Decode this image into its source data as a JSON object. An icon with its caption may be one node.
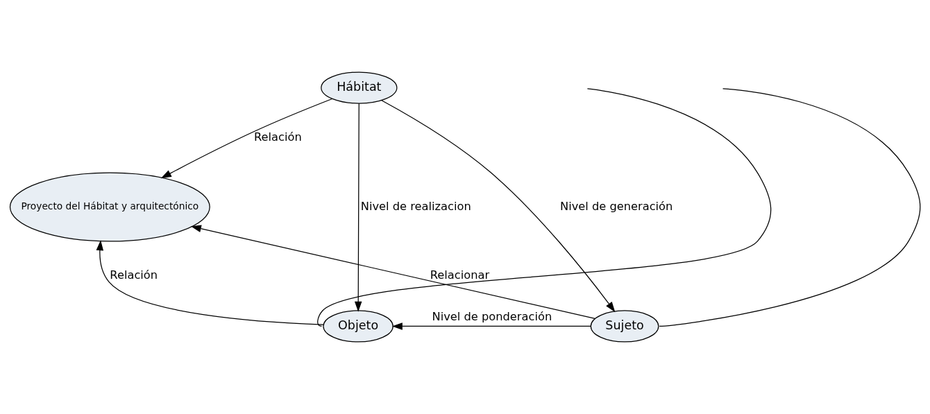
{
  "diagram": {
    "nodes": [
      {
        "text": [
          "Hábitat"
        ]
      },
      {
        "text": [
          "Proyecto del Hábitat y arquitectónico"
        ]
      },
      {
        "text": [
          "Objeto"
        ]
      },
      {
        "text": [
          "Sujeto"
        ]
      }
    ],
    "edges": [
      {
        "from": 0,
        "to": 2,
        "arrow": "to",
        "label": "Nivel de realizacion"
      },
      {
        "from": 0,
        "to": 1,
        "arrow": "to",
        "label": "Relación"
      },
      {
        "from": 0,
        "to": 3,
        "arrow": "to",
        "label": "Nivel de generación"
      },
      {
        "from": 2,
        "to": 1,
        "arrow": "to",
        "label": "Relación"
      },
      {
        "from": 3,
        "to": 1,
        "arrow": "to",
        "label": "Relacionar"
      },
      {
        "from": 3,
        "to": 2,
        "arrow": "to",
        "label": "Nivel de ponderación"
      },
      {
        "from": 2,
        "to": null,
        "arrow": "none"
      },
      {
        "from": 3,
        "to": null,
        "arrow": "none"
      }
    ]
  }
}
